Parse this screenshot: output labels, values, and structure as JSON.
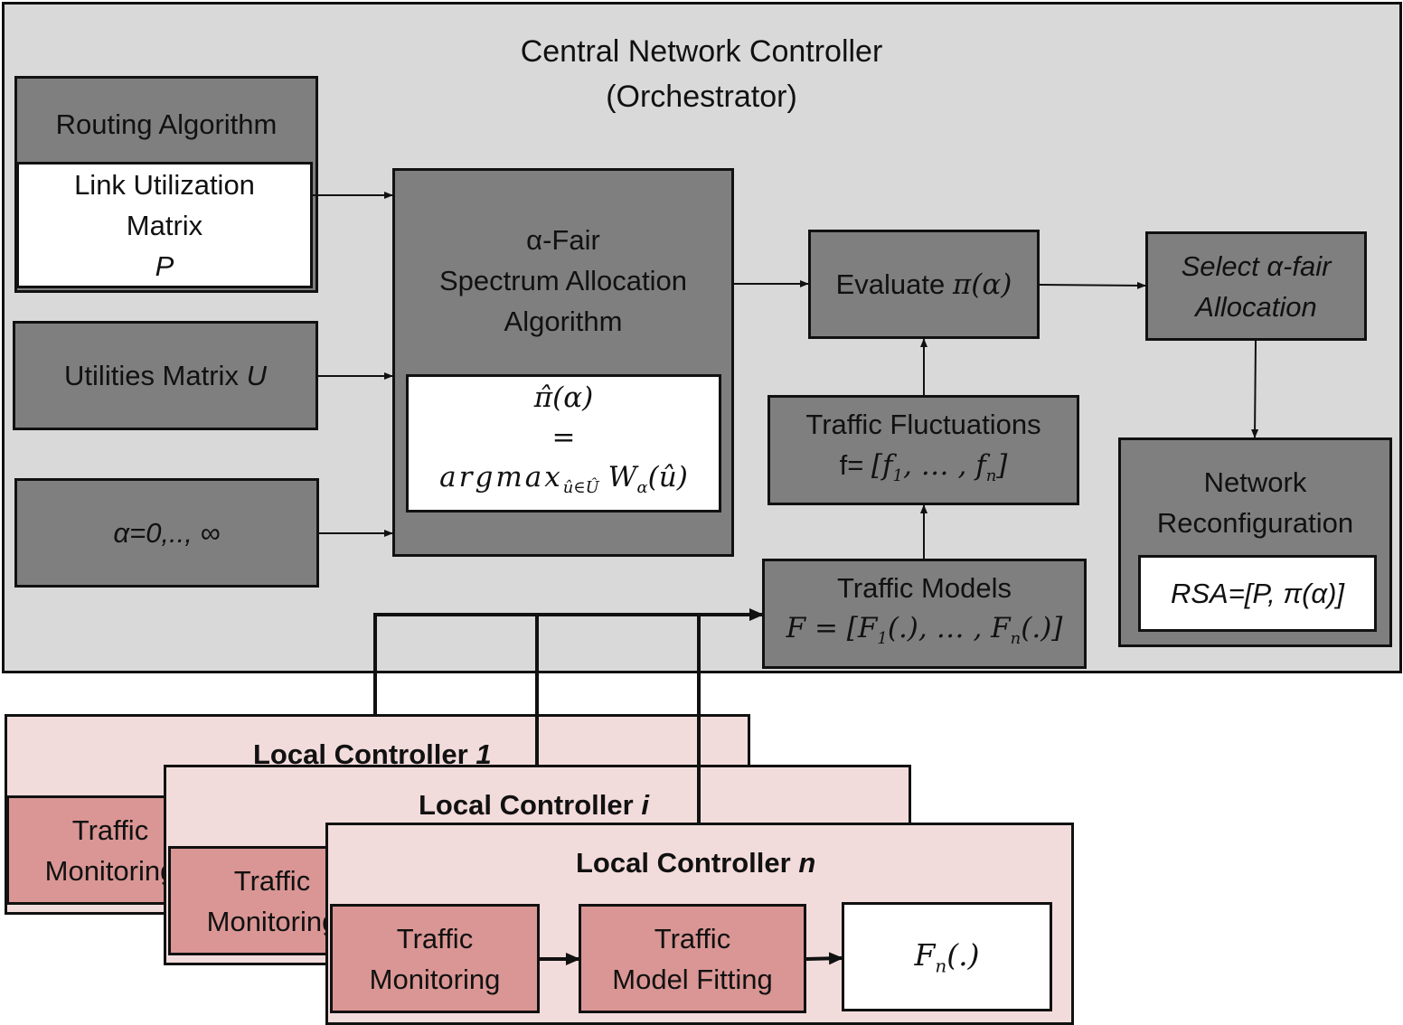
{
  "central": {
    "title_line1": "Central Network Controller",
    "title_line2": "(Orchestrator)"
  },
  "routing": {
    "title": "Routing  Algorithm",
    "link_line1": "Link Utilization",
    "link_line2": "Matrix",
    "link_line3": "P"
  },
  "utilities": {
    "label": "Utilities Matrix ",
    "symbol": "U"
  },
  "alpha_range": {
    "label": "α=0,.., ∞"
  },
  "fair_alloc": {
    "line1": "α-Fair",
    "line2": "Spectrum Allocation",
    "line3": "Algorithm",
    "formula_line1": "π̂(α)",
    "formula_line2": "=",
    "formula_argmax": "argmax",
    "formula_sub": "û∈Û",
    "formula_rest": " W",
    "formula_rest_sub": "α",
    "formula_rest_tail": "(û)"
  },
  "evaluate": {
    "label": "Evaluate ",
    "symbol": "π(α)"
  },
  "select": {
    "line1": "Select α-fair",
    "line2": "Allocation"
  },
  "fluctuations": {
    "line1": "Traffic Fluctuations",
    "line2_prefix": "f= ",
    "line2_math_a": "[f",
    "line2_sub1": "1",
    "line2_math_b": ", … , f",
    "line2_subn": "n",
    "line2_math_c": "]"
  },
  "traffic_models": {
    "line1": "Traffic Models",
    "m1": "F = [F",
    "sub1": "1",
    "m2": "(.), … , F",
    "subn": "n",
    "m3": "(.)]"
  },
  "reconfig": {
    "line1": "Network",
    "line2": "Reconfiguration",
    "rsa": "RSA=[P,  π(α)]"
  },
  "local1": {
    "title": "Local Controller ",
    "index": "1",
    "mon_line1": "Traffic",
    "mon_line2": "Monitoring"
  },
  "locali": {
    "title": "Local Controller ",
    "index": "i",
    "mon_line1": "Traffic",
    "mon_line2": "Monitoring"
  },
  "localn": {
    "title": "Local Controller ",
    "index": "n",
    "mon_line1": "Traffic",
    "mon_line2": "Monitoring",
    "fit_line1": "Traffic",
    "fit_line2": "Model Fitting",
    "out_main": "F",
    "out_sub": "n",
    "out_tail": "(.)"
  },
  "colors": {
    "central_bg": "#d9d9d9",
    "dark_box": "#7f7f7f",
    "pink_panel": "#f2dcdb",
    "pink_box": "#d99694"
  }
}
